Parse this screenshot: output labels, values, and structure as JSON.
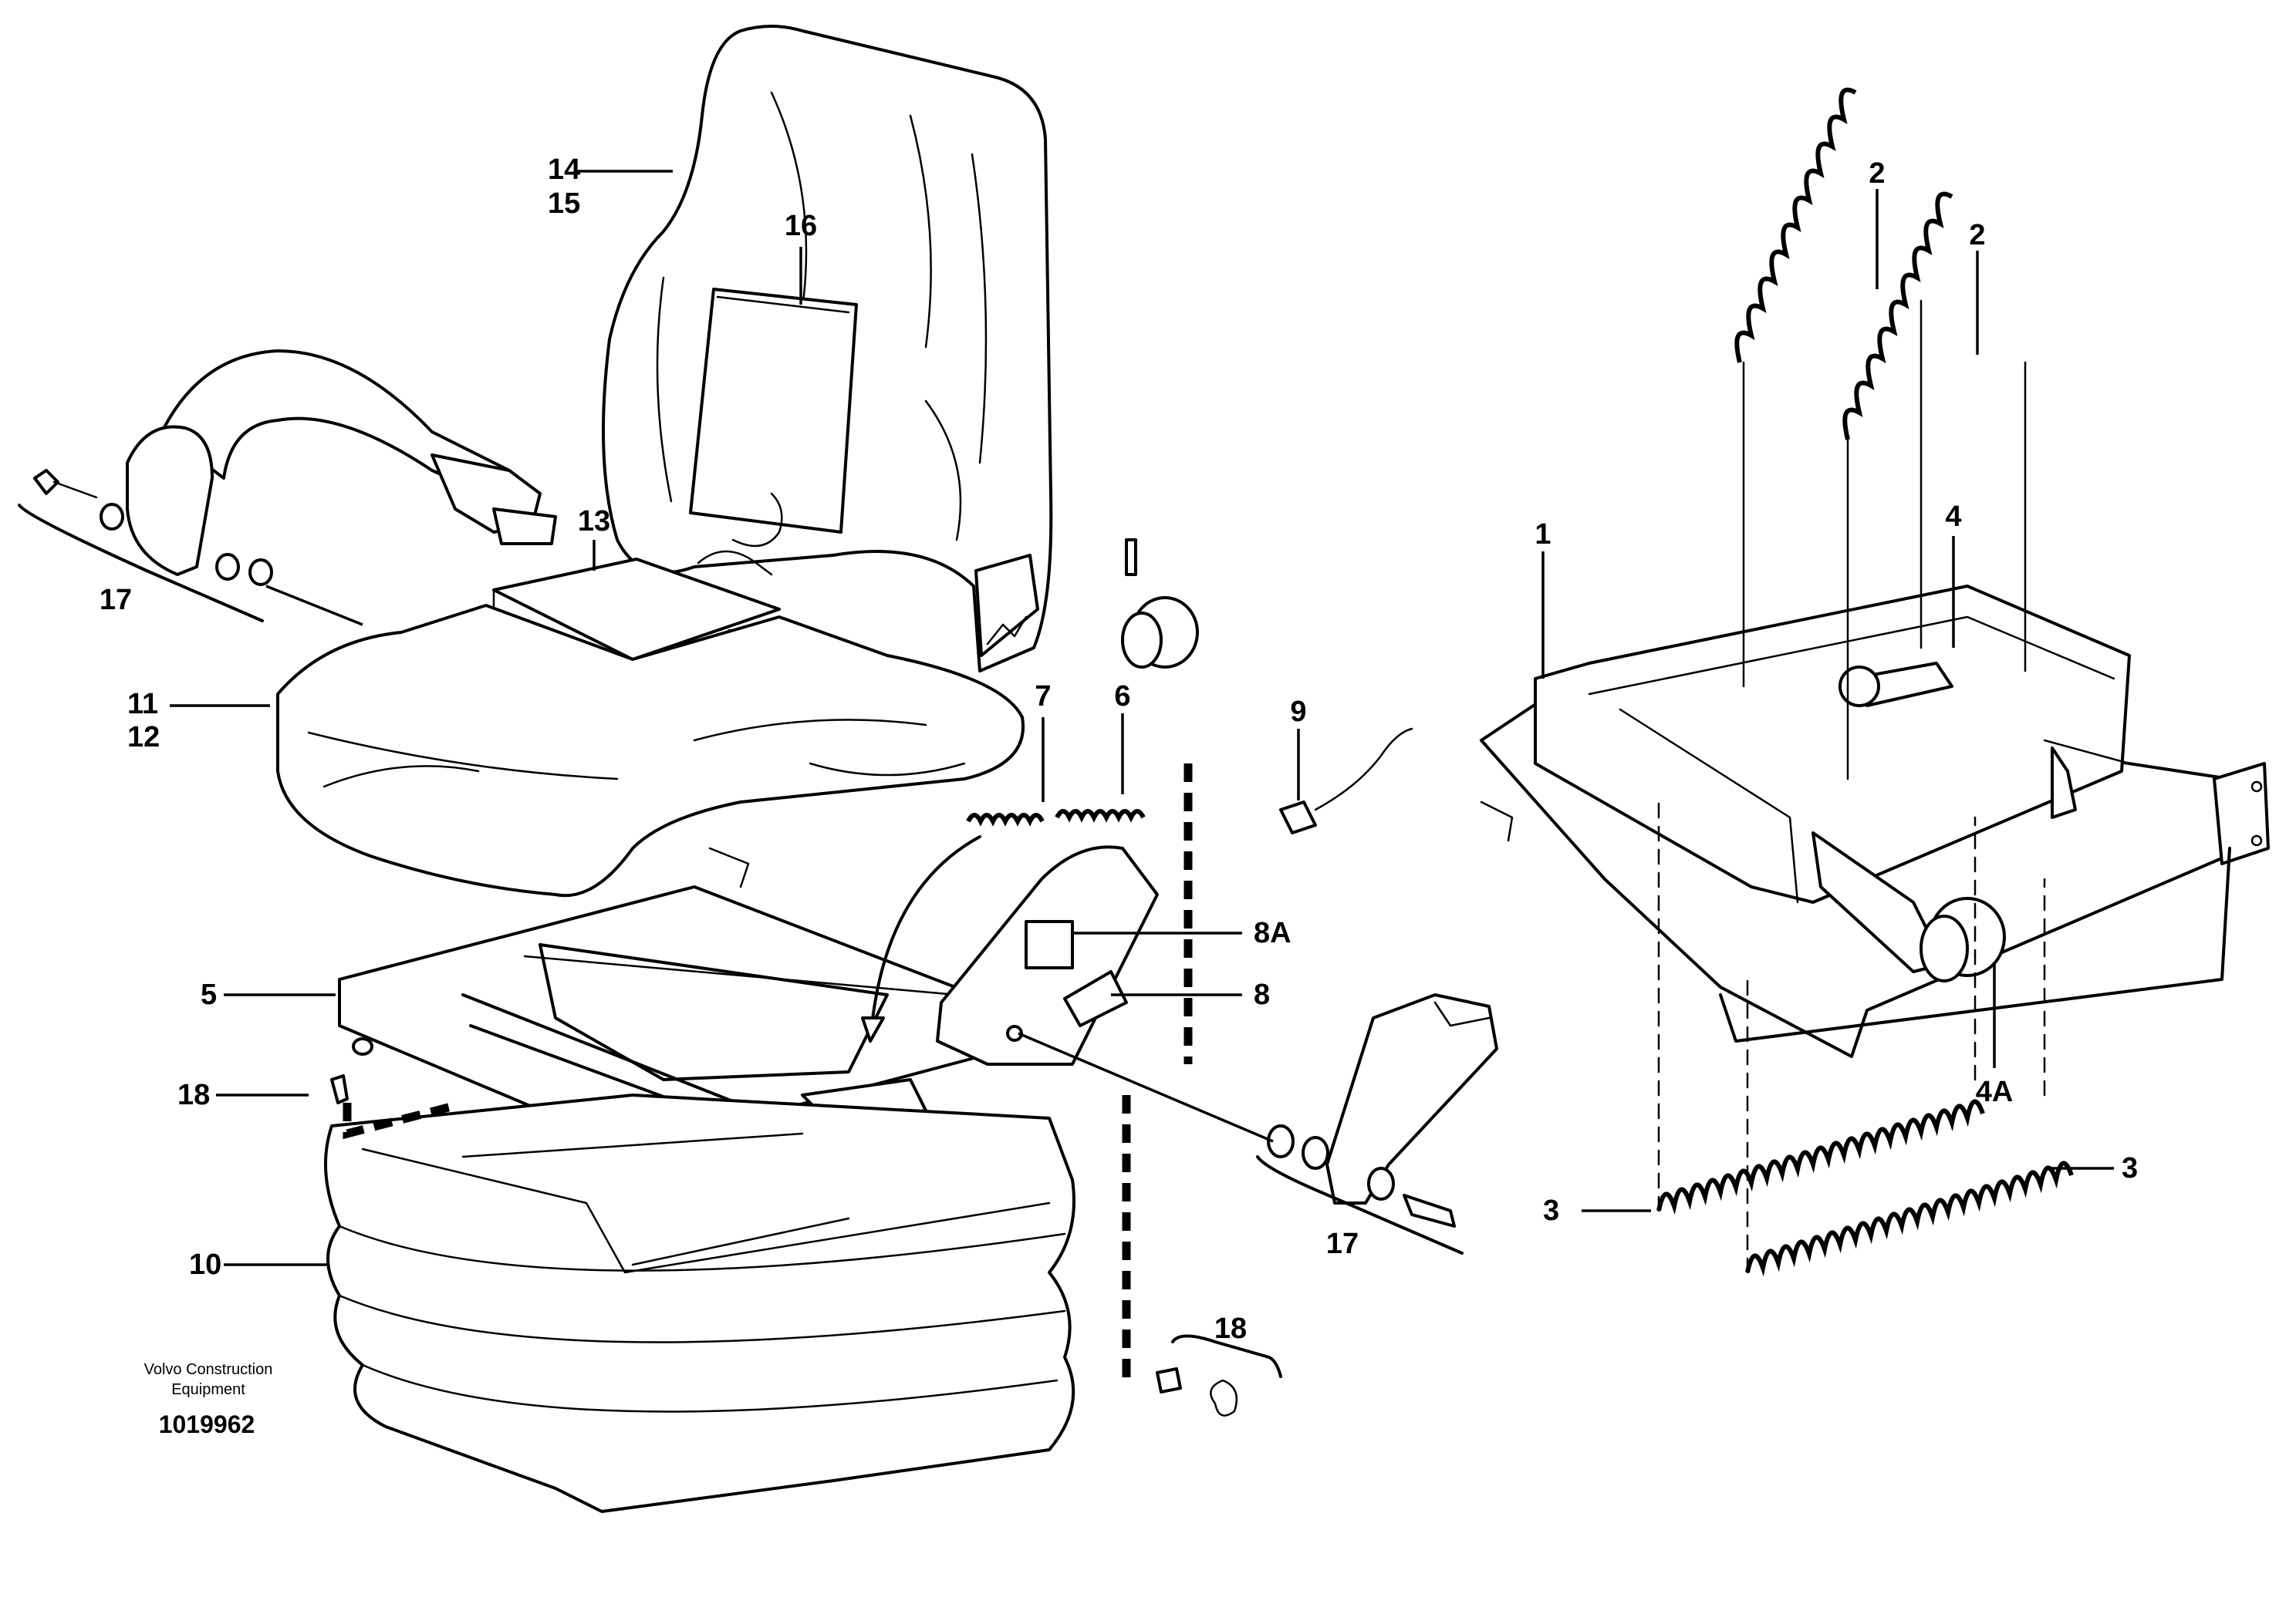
{
  "diagram": {
    "callouts": {
      "c1": "1",
      "c2a": "2",
      "c2b": "2",
      "c3a": "3",
      "c3b": "3",
      "c4": "4",
      "c4a": "4A",
      "c5": "5",
      "c6": "6",
      "c7": "7",
      "c8": "8",
      "c8a": "8A",
      "c9": "9",
      "c10": "10",
      "c11": "11",
      "c12": "12",
      "c13": "13",
      "c14": "14",
      "c15": "15",
      "c16": "16",
      "c17a": "17",
      "c17b": "17",
      "c18a": "18",
      "c18b": "18"
    },
    "brand_line1": "Volvo Construction",
    "brand_line2": "Equipment",
    "doc_number": "1019962"
  }
}
